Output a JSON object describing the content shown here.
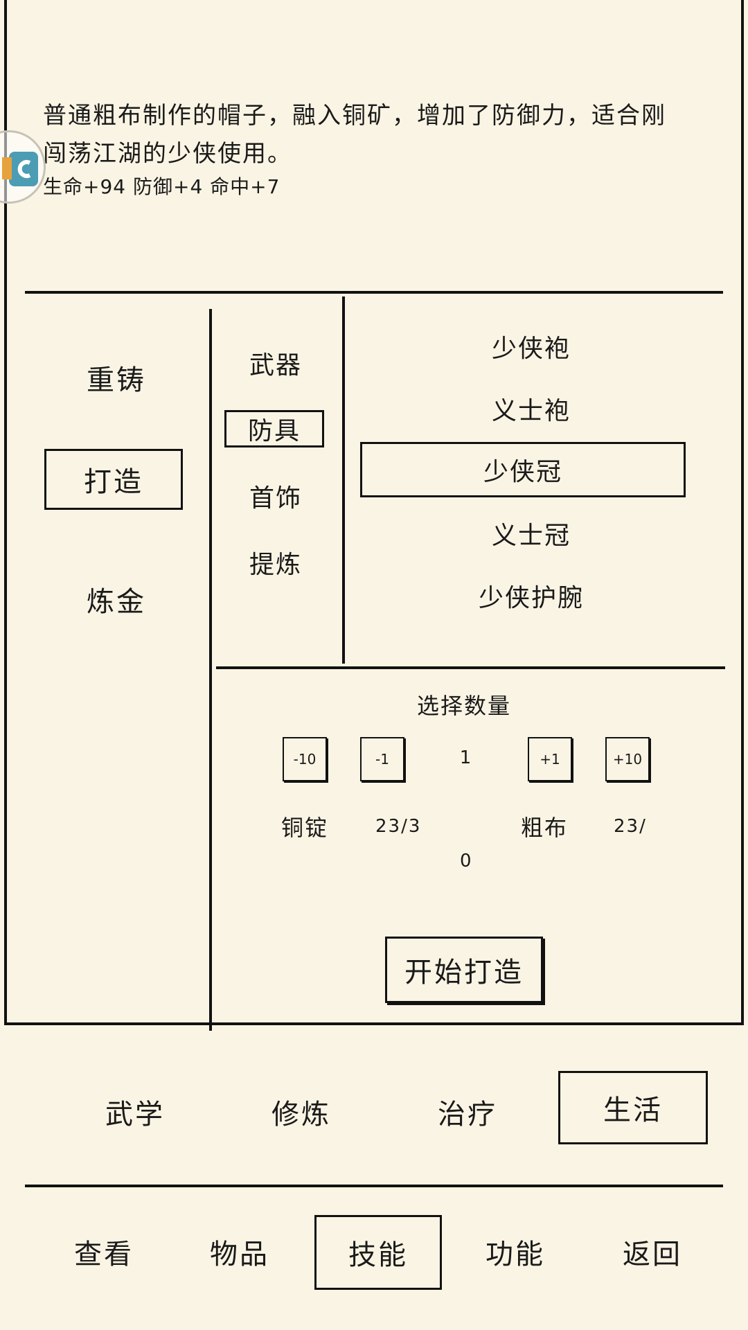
{
  "description": {
    "line1": "普通粗布制作的帽子，融入铜矿，增加了防御力，适合刚",
    "line2": "闯荡江湖的少侠使用。",
    "stats": "生命+94 防御+4 命中+7"
  },
  "craft_modes": [
    {
      "label": "重铸",
      "selected": false
    },
    {
      "label": "打造",
      "selected": true
    },
    {
      "label": "炼金",
      "selected": false
    }
  ],
  "categories": [
    {
      "label": "武器",
      "selected": false
    },
    {
      "label": "防具",
      "selected": true
    },
    {
      "label": "首饰",
      "selected": false
    },
    {
      "label": "提炼",
      "selected": false
    }
  ],
  "items": [
    {
      "label": "少侠袍",
      "selected": false
    },
    {
      "label": "义士袍",
      "selected": false
    },
    {
      "label": "少侠冠",
      "selected": true
    },
    {
      "label": "义士冠",
      "selected": false
    },
    {
      "label": "少侠护腕",
      "selected": false
    }
  ],
  "quantity": {
    "title": "选择数量",
    "minus10": "-10",
    "minus1": "-1",
    "value": "1",
    "plus1": "+1",
    "plus10": "+10"
  },
  "materials": [
    {
      "name": "铜锭",
      "count_a": "23/3",
      "count_b": "0"
    },
    {
      "name": "粗布",
      "count": "23/"
    }
  ],
  "start_button": "开始打造",
  "skill_tabs": [
    {
      "label": "武学",
      "selected": false
    },
    {
      "label": "修炼",
      "selected": false
    },
    {
      "label": "治疗",
      "selected": false
    },
    {
      "label": "生活",
      "selected": true
    }
  ],
  "bottom_nav": [
    {
      "label": "查看",
      "selected": false
    },
    {
      "label": "物品",
      "selected": false
    },
    {
      "label": "技能",
      "selected": true
    },
    {
      "label": "功能",
      "selected": false
    },
    {
      "label": "返回",
      "selected": false
    }
  ],
  "colors": {
    "background": "#faf4e4",
    "ink": "#111111",
    "float_icon": "#4c9db3"
  },
  "icons": {
    "floating": "floating-assist-icon"
  }
}
